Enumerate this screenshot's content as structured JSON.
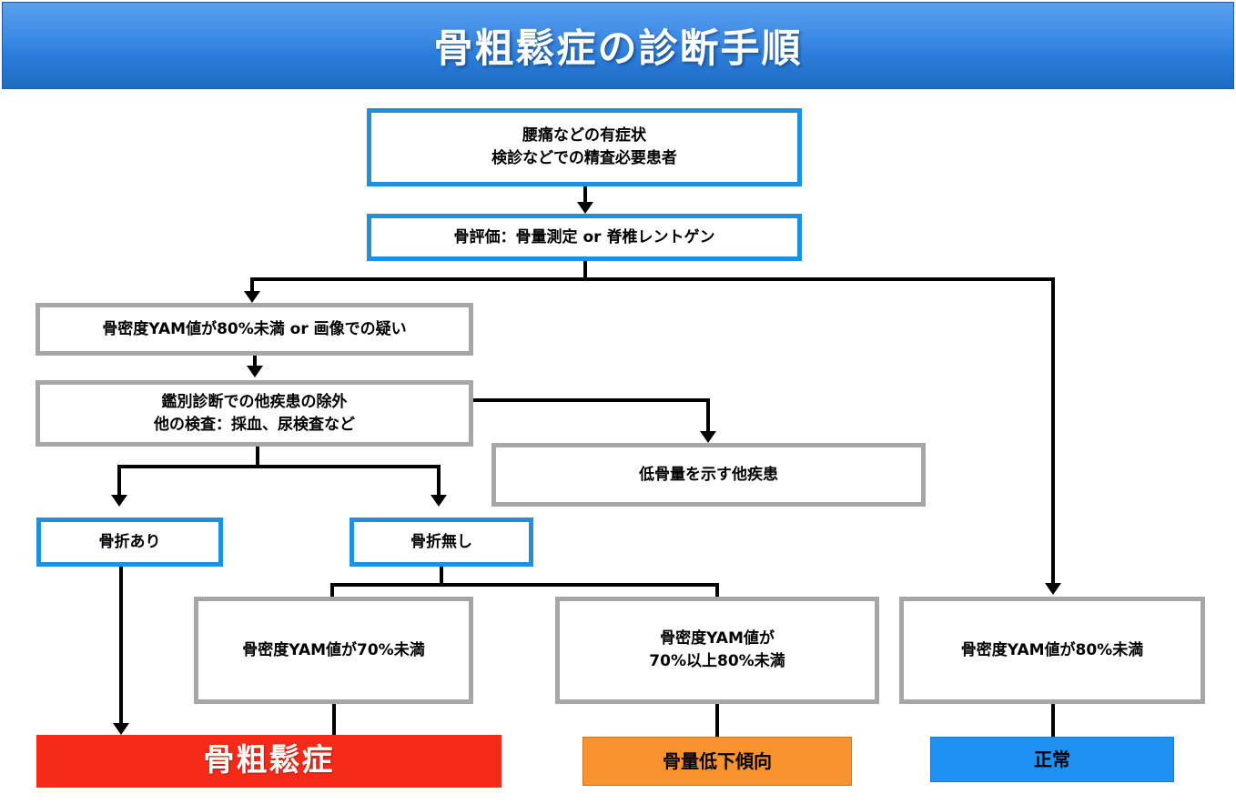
{
  "title": {
    "text": "骨粗鬆症の診断手順"
  },
  "colors": {
    "banner_top": "#5a9ff0",
    "banner_bottom": "#1d6cc2",
    "blue_border": "#1f8fdf",
    "gray_border": "#a6a6a6",
    "result_red": "#f62a19",
    "result_orange": "#f9932f",
    "result_blue": "#1f91f4",
    "connector": "#000000",
    "box_fill": "#ffffff"
  },
  "flowchart": {
    "type": "flowchart",
    "nodes": [
      {
        "id": "symptoms",
        "lines": [
          "腰痛などの有症状",
          "検診などでの精査必要患者"
        ],
        "style": "blue-border"
      },
      {
        "id": "bone-evaluation",
        "lines": [
          "骨評価：骨量測定 or 脊椎レントゲン"
        ],
        "style": "blue-border"
      },
      {
        "id": "yam-under-80-or-imaging",
        "lines": [
          "骨密度YAM値が80%未満 or 画像での疑い"
        ],
        "style": "gray-border"
      },
      {
        "id": "differential-diagnosis",
        "lines": [
          "鑑別診断での他疾患の除外",
          "他の検査：採血、尿検査など"
        ],
        "style": "gray-border"
      },
      {
        "id": "other-low-bone-mass-disease",
        "lines": [
          "低骨量を示す他疾患"
        ],
        "style": "gray-border"
      },
      {
        "id": "fracture-present",
        "lines": [
          "骨折あり"
        ],
        "style": "blue-border"
      },
      {
        "id": "fracture-absent",
        "lines": [
          "骨折無し"
        ],
        "style": "blue-border"
      },
      {
        "id": "yam-under-70",
        "lines": [
          "骨密度YAM値が70%未満"
        ],
        "style": "gray-border"
      },
      {
        "id": "yam-70-to-80",
        "lines": [
          "骨密度YAM値が",
          "70%以上80%未満"
        ],
        "style": "gray-border"
      },
      {
        "id": "yam-under-80",
        "lines": [
          "骨密度YAM値が80%未満"
        ],
        "style": "gray-border"
      },
      {
        "id": "result-osteoporosis",
        "lines": [
          "骨粗鬆症"
        ],
        "style": "fill-red"
      },
      {
        "id": "result-bone-mass-decline",
        "lines": [
          "骨量低下傾向"
        ],
        "style": "fill-orange"
      },
      {
        "id": "result-normal",
        "lines": [
          "正常"
        ],
        "style": "fill-blue"
      }
    ],
    "edges": [
      {
        "from": "symptoms",
        "to": "bone-evaluation"
      },
      {
        "from": "bone-evaluation",
        "to": "yam-under-80-or-imaging"
      },
      {
        "from": "bone-evaluation",
        "to": "yam-under-80"
      },
      {
        "from": "yam-under-80-or-imaging",
        "to": "differential-diagnosis"
      },
      {
        "from": "differential-diagnosis",
        "to": "other-low-bone-mass-disease"
      },
      {
        "from": "differential-diagnosis",
        "to": "fracture-present"
      },
      {
        "from": "differential-diagnosis",
        "to": "fracture-absent"
      },
      {
        "from": "fracture-present",
        "to": "result-osteoporosis"
      },
      {
        "from": "fracture-absent",
        "to": "yam-under-70"
      },
      {
        "from": "fracture-absent",
        "to": "yam-70-to-80"
      },
      {
        "from": "yam-under-70",
        "to": "result-osteoporosis"
      },
      {
        "from": "yam-70-to-80",
        "to": "result-bone-mass-decline"
      },
      {
        "from": "yam-under-80",
        "to": "result-normal"
      }
    ]
  }
}
